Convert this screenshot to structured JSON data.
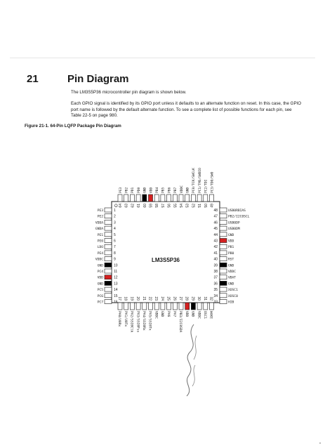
{
  "section": {
    "number": "21",
    "title": "Pin Diagram",
    "paragraphs": [
      "The LM3S5P36 microcontroller pin diagram is shown below.",
      "Each GPIO signal is identified by its GPIO port unless it defaults to an alternate function on reset. In this case, the GPIO port name is followed by the default alternate function. To see a complete list of possible functions for each pin, see Table 22-5 on page 980."
    ],
    "figure_caption": "Figure 21-1. 64-Pin LQFP Package Pin Diagram"
  },
  "chip": {
    "name": "LM3S5P36",
    "pin1_marker": "O",
    "left_pins": [
      {
        "num": "1",
        "label": "PE3",
        "fill": "white"
      },
      {
        "num": "2",
        "label": "PE2",
        "fill": "white"
      },
      {
        "num": "3",
        "label": "VDDA",
        "fill": "white"
      },
      {
        "num": "4",
        "label": "GNDA",
        "fill": "white"
      },
      {
        "num": "5",
        "label": "PE1",
        "fill": "white"
      },
      {
        "num": "6",
        "label": "PE0",
        "fill": "white"
      },
      {
        "num": "7",
        "label": "LDO",
        "fill": "white"
      },
      {
        "num": "8",
        "label": "PE4",
        "fill": "white"
      },
      {
        "num": "9",
        "label": "VDDC",
        "fill": "white"
      },
      {
        "num": "10",
        "label": "GND",
        "fill": "black"
      },
      {
        "num": "11",
        "label": "PC4",
        "fill": "white"
      },
      {
        "num": "12",
        "label": "VDD",
        "fill": "red"
      },
      {
        "num": "13",
        "label": "GND",
        "fill": "black"
      },
      {
        "num": "14",
        "label": "PC5",
        "fill": "white"
      },
      {
        "num": "15",
        "label": "PC6",
        "fill": "white"
      },
      {
        "num": "16",
        "label": "PC7",
        "fill": "white"
      }
    ],
    "right_pins": [
      {
        "num": "48",
        "label": "USB0RBIAS",
        "fill": "white"
      },
      {
        "num": "47",
        "label": "PB2/I2C0SCL",
        "fill": "white"
      },
      {
        "num": "46",
        "label": "USB0DP",
        "fill": "white"
      },
      {
        "num": "45",
        "label": "USB0DM",
        "fill": "white"
      },
      {
        "num": "44",
        "label": "GND",
        "fill": "white"
      },
      {
        "num": "43",
        "label": "VDD",
        "fill": "red"
      },
      {
        "num": "42",
        "label": "PB1",
        "fill": "white"
      },
      {
        "num": "41",
        "label": "PB0",
        "fill": "white"
      },
      {
        "num": "40",
        "label": "RST",
        "fill": "white"
      },
      {
        "num": "39",
        "label": "GND",
        "fill": "black"
      },
      {
        "num": "38",
        "label": "VDDC",
        "fill": "white"
      },
      {
        "num": "37",
        "label": "VBAT",
        "fill": "white"
      },
      {
        "num": "36",
        "label": "GND",
        "fill": "black"
      },
      {
        "num": "35",
        "label": "XOSC1",
        "fill": "white"
      },
      {
        "num": "34",
        "label": "XOSC0",
        "fill": "white"
      },
      {
        "num": "33",
        "label": "HIB",
        "fill": "white"
      }
    ],
    "top_pins": [
      {
        "num": "64",
        "label": "PE3",
        "fill": "white"
      },
      {
        "num": "63",
        "label": "PB2",
        "fill": "white"
      },
      {
        "num": "62",
        "label": "PD1",
        "fill": "white"
      },
      {
        "num": "61",
        "label": "PD0",
        "fill": "white"
      },
      {
        "num": "60",
        "label": "GND",
        "fill": "black"
      },
      {
        "num": "59",
        "label": "VDD",
        "fill": "red"
      },
      {
        "num": "58",
        "label": "PB4",
        "fill": "white"
      },
      {
        "num": "57",
        "label": "PB5",
        "fill": "white"
      },
      {
        "num": "56",
        "label": "PB6",
        "fill": "white"
      },
      {
        "num": "55",
        "label": "PB7",
        "fill": "white"
      },
      {
        "num": "54",
        "label": "VDDC",
        "fill": "white"
      },
      {
        "num": "53",
        "label": "GND",
        "fill": "white"
      },
      {
        "num": "52",
        "label": "PC0/TCK/SWCLK",
        "fill": "white"
      },
      {
        "num": "51",
        "label": "PC1/TMS/SWDIO",
        "fill": "white"
      },
      {
        "num": "50",
        "label": "PC2/TDI",
        "fill": "white"
      },
      {
        "num": "49",
        "label": "PC3/TDO/SWO",
        "fill": "white"
      }
    ],
    "bottom_pins": [
      {
        "num": "17",
        "label": "PA0/U0Rx",
        "fill": "white"
      },
      {
        "num": "18",
        "label": "PA1/U0Tx",
        "fill": "white"
      },
      {
        "num": "19",
        "label": "PA2/SSI0Clk",
        "fill": "white"
      },
      {
        "num": "20",
        "label": "PA3/SSI0Fss",
        "fill": "white"
      },
      {
        "num": "21",
        "label": "PA4/SSI0Rx",
        "fill": "white"
      },
      {
        "num": "22",
        "label": "PA5/SSI0Tx",
        "fill": "white"
      },
      {
        "num": "23",
        "label": "VDDC",
        "fill": "white"
      },
      {
        "num": "24",
        "label": "GND",
        "fill": "white"
      },
      {
        "num": "25",
        "label": "PA6",
        "fill": "white"
      },
      {
        "num": "26",
        "label": "PA7",
        "fill": "white"
      },
      {
        "num": "27",
        "label": "PB3/I2C0SDA",
        "fill": "white"
      },
      {
        "num": "28",
        "label": "VDD",
        "fill": "red"
      },
      {
        "num": "29",
        "label": "GND",
        "fill": "black"
      },
      {
        "num": "30",
        "label": "VDDC",
        "fill": "white"
      },
      {
        "num": "31",
        "label": "OSC1",
        "fill": "white"
      },
      {
        "num": "32",
        "label": "WAKE",
        "fill": "white"
      }
    ]
  },
  "colors": {
    "red_pin": "#d42020",
    "black_pin": "#000000",
    "ink": "#1a1a1a"
  }
}
